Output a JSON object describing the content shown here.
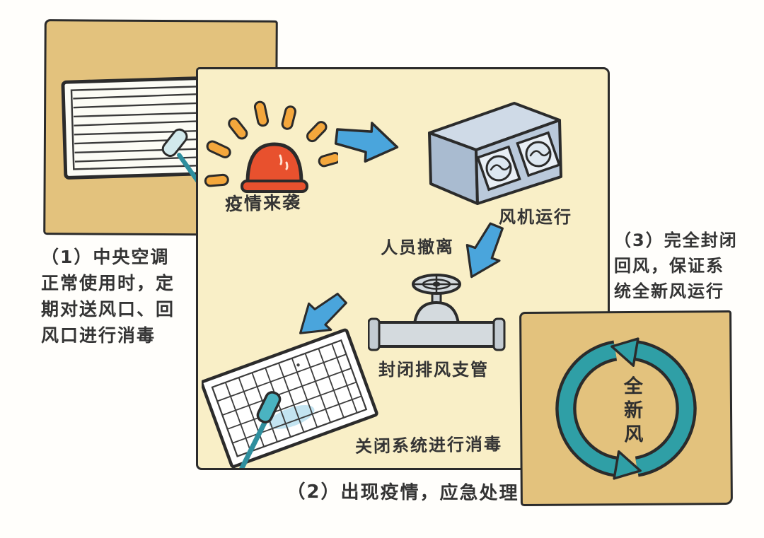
{
  "colors": {
    "panel_tan": "#e3c27d",
    "panel_cream": "#f9efc7",
    "outline": "#2b2b2b",
    "arrow_blue": "#4aa5dc",
    "teal": "#2f9fa6",
    "swab_teal": "#2f8f9e",
    "alarm_red": "#e8512e",
    "ray_orange": "#f4a73c",
    "fan_gray_blue": "#bac9db",
    "text": "#343434"
  },
  "step1": {
    "caption": "（1）中央空调\n正常使用时，定\n期对送风口、回\n风口进行消毒"
  },
  "step2": {
    "alarm_label": "疫情来袭",
    "fan_label": "风机运行",
    "evacuate_label": "人员撤离",
    "valve_label": "封闭排风支管",
    "disinfect_label": "关闭系统进行消毒",
    "caption": "（2）出现疫情，应急处理"
  },
  "step3": {
    "caption": "（3）完全封闭\n回风，保证系\n统全新风运行",
    "fresh_air_label": "全\n新\n风"
  },
  "icons": {
    "alarm": "alarm-siren-icon",
    "fan": "fan-unit-icon",
    "valve": "pipe-valve-icon",
    "vent": "air-vent-icon",
    "grille": "vent-grille-icon",
    "swab": "disinfection-swab-icon",
    "flow_arrow": "flow-arrow-icon",
    "cycle": "fresh-air-cycle-icon"
  }
}
